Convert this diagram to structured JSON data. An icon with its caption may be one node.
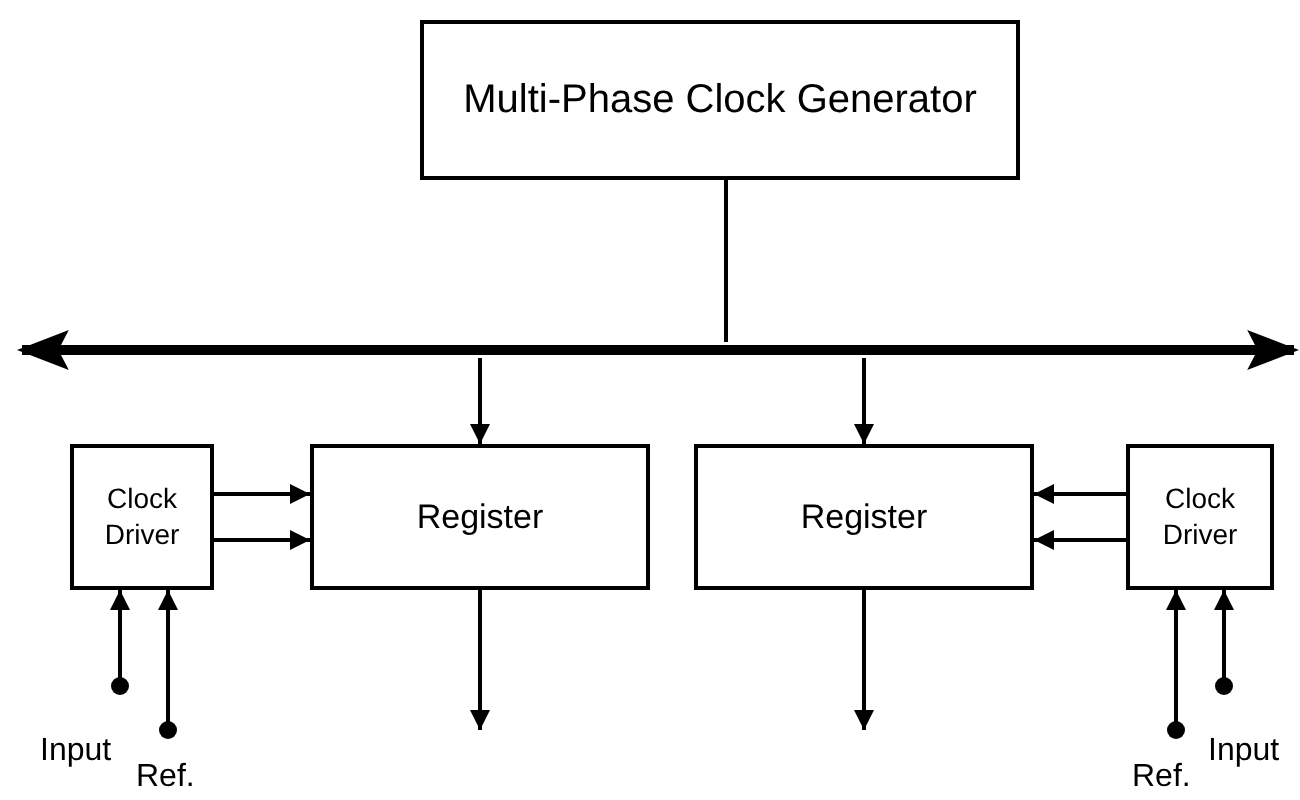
{
  "diagram": {
    "nodes": [
      {
        "text": [
          "Multi-Phase Clock Generator"
        ]
      },
      {
        "text": [],
        "shape": "bar"
      },
      {
        "text": [
          "Clock Driver"
        ]
      },
      {
        "text": [
          "Register"
        ]
      },
      {
        "text": [
          "Register"
        ]
      },
      {
        "text": [
          "Clock Driver"
        ]
      },
      {
        "text": [
          "Input"
        ]
      },
      {
        "text": [
          "Ref."
        ]
      },
      {
        "text": [
          "Ref."
        ]
      },
      {
        "text": [
          "Input"
        ]
      }
    ],
    "edges": [
      {
        "from": 0,
        "to": 1,
        "arrow": "none"
      },
      {
        "from": 1,
        "to": 3,
        "arrow": "to"
      },
      {
        "from": 1,
        "to": 4,
        "arrow": "to"
      },
      {
        "from": 2,
        "to": 3,
        "arrow": "to"
      },
      {
        "from": 2,
        "to": 3,
        "arrow": "to"
      },
      {
        "from": 5,
        "to": 4,
        "arrow": "to"
      },
      {
        "from": 5,
        "to": 4,
        "arrow": "to"
      },
      {
        "from": 6,
        "to": 2,
        "arrow": "to"
      },
      {
        "from": 7,
        "to": 2,
        "arrow": "to"
      },
      {
        "from": 8,
        "to": 5,
        "arrow": "to"
      },
      {
        "from": 9,
        "to": 5,
        "arrow": "to"
      },
      {
        "from": 3,
        "to": null,
        "arrow": "to"
      },
      {
        "from": 4,
        "to": null,
        "arrow": "to"
      }
    ]
  }
}
